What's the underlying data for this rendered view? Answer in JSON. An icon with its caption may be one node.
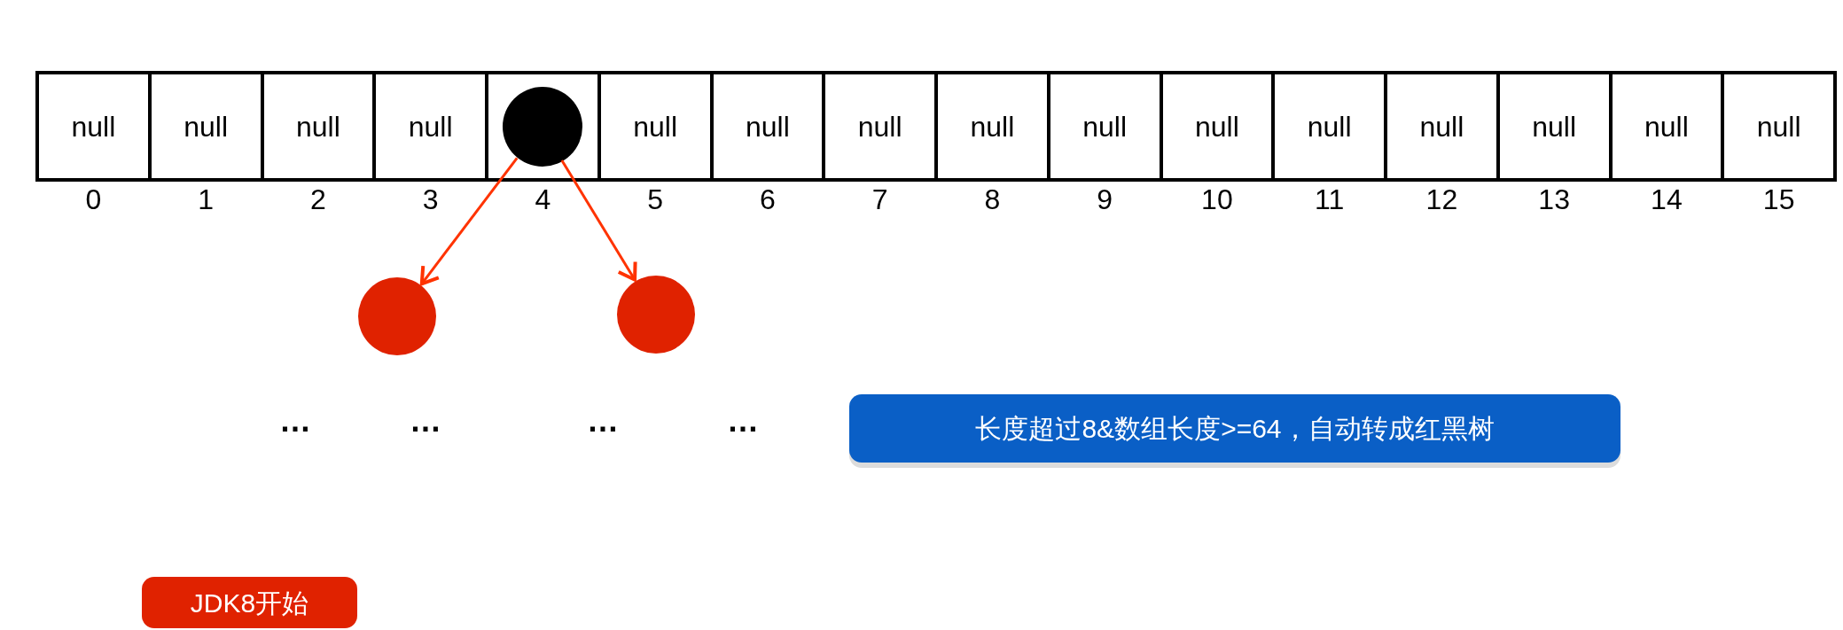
{
  "diagram": {
    "nodes": [
      {
        "text": [
          "null"
        ],
        "beside": [
          "0"
        ]
      },
      {
        "text": [
          "null"
        ],
        "beside": [
          "1"
        ]
      },
      {
        "text": [
          "null"
        ],
        "beside": [
          "2"
        ]
      },
      {
        "text": [
          "null"
        ],
        "beside": [
          "3"
        ]
      },
      {
        "text": [],
        "shape": "box",
        "beside": [
          "4"
        ]
      },
      {
        "text": [
          "null"
        ],
        "beside": [
          "5"
        ]
      },
      {
        "text": [
          "null"
        ],
        "beside": [
          "6"
        ]
      },
      {
        "text": [
          "null"
        ],
        "beside": [
          "7"
        ]
      },
      {
        "text": [
          "null"
        ],
        "beside": [
          "8"
        ]
      },
      {
        "text": [
          "null"
        ],
        "beside": [
          "9"
        ]
      },
      {
        "text": [
          "null"
        ],
        "beside": [
          "10"
        ]
      },
      {
        "text": [
          "null"
        ],
        "beside": [
          "11"
        ]
      },
      {
        "text": [
          "null"
        ],
        "beside": [
          "12"
        ]
      },
      {
        "text": [
          "null"
        ],
        "beside": [
          "13"
        ]
      },
      {
        "text": [
          "null"
        ],
        "beside": [
          "14"
        ]
      },
      {
        "text": [
          "null"
        ],
        "beside": [
          "15"
        ]
      },
      {
        "text": [],
        "shape": "circle",
        "in": 4
      },
      {
        "text": [],
        "shape": "circle"
      },
      {
        "text": [],
        "shape": "circle"
      },
      {
        "text": [
          "长度超过8&数组长度>=64，自动转成红黑树"
        ]
      },
      {
        "text": [
          "JDK8开始"
        ]
      }
    ],
    "edges": [
      {
        "from": 16,
        "to": 17,
        "arrow": "to"
      },
      {
        "from": 16,
        "to": 18,
        "arrow": "to"
      }
    ],
    "labels": [
      "…",
      "…",
      "…",
      "…"
    ]
  }
}
